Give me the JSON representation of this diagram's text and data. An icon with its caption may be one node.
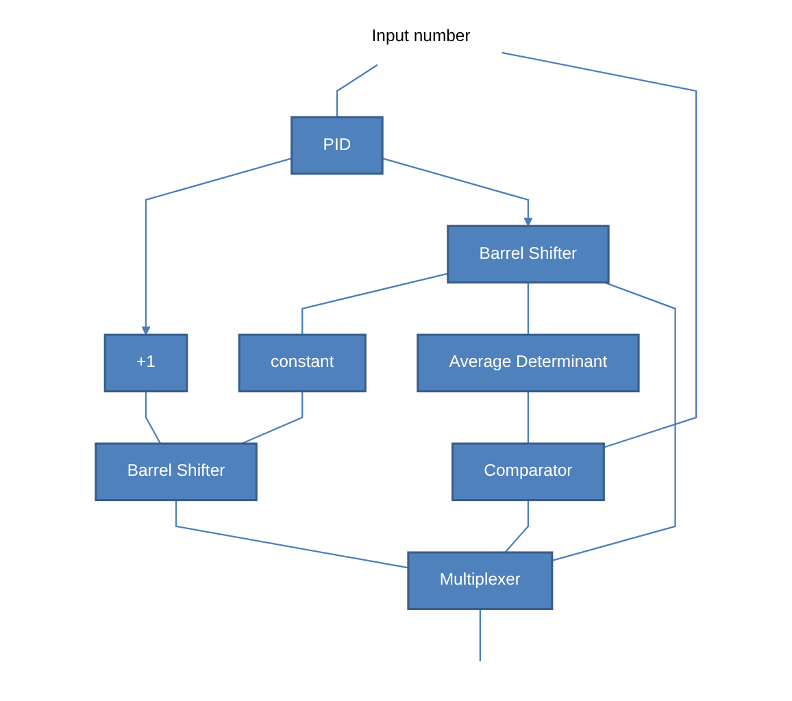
{
  "diagram": {
    "nodes": [
      {
        "text": [
          "Input number"
        ]
      },
      {
        "text": [
          "PID"
        ]
      },
      {
        "text": [
          "+1"
        ]
      },
      {
        "text": [
          "Barrel Shifter"
        ]
      },
      {
        "text": [
          "constant"
        ]
      },
      {
        "text": [
          "Barrel Shifter"
        ]
      },
      {
        "text": [
          "Average Determinant"
        ]
      },
      {
        "text": [
          "Comparator"
        ]
      },
      {
        "text": [
          "Multiplexer"
        ]
      }
    ],
    "edges": [
      {
        "from": 0,
        "to": 1,
        "arrow": "none"
      },
      {
        "from": 0,
        "to": 7,
        "arrow": "none"
      },
      {
        "from": 1,
        "to": 2,
        "arrow": "to"
      },
      {
        "from": 1,
        "to": 3,
        "arrow": "to"
      },
      {
        "from": 3,
        "to": 4,
        "arrow": "none"
      },
      {
        "from": 4,
        "to": 5,
        "arrow": "none"
      },
      {
        "from": 2,
        "to": 5,
        "arrow": "none"
      },
      {
        "from": 3,
        "to": 6,
        "arrow": "none"
      },
      {
        "from": 3,
        "to": 8,
        "arrow": "none"
      },
      {
        "from": 6,
        "to": 7,
        "arrow": "none"
      },
      {
        "from": 5,
        "to": 8,
        "arrow": "none"
      },
      {
        "from": 7,
        "to": 8,
        "arrow": "none"
      },
      {
        "from": 8,
        "to": null,
        "arrow": "none"
      }
    ]
  }
}
